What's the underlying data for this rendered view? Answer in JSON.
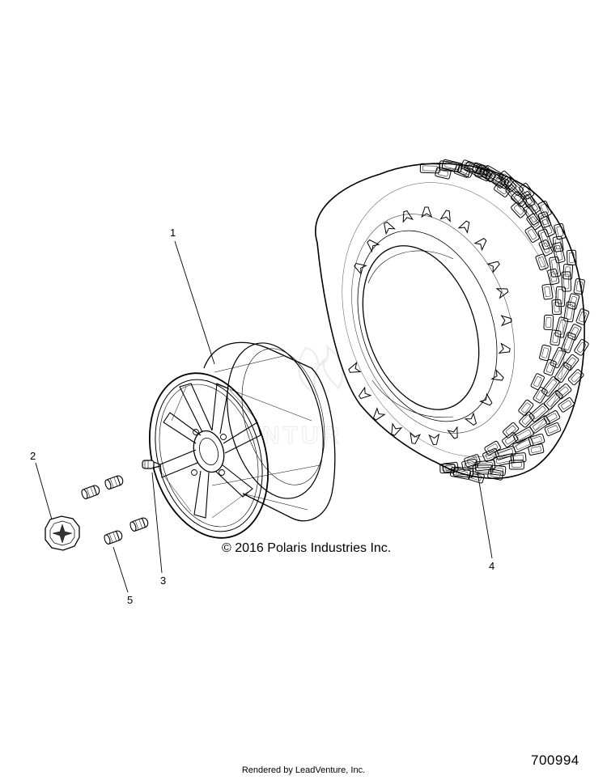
{
  "callouts": {
    "c1": "1",
    "c2": "2",
    "c3": "3",
    "c4": "4",
    "c5": "5"
  },
  "copyright": "© 2016 Polaris Industries Inc.",
  "footer": {
    "rendered_by": "Rendered by LeadVenture, Inc.",
    "diagram_number": "700994"
  },
  "watermark": "LEADVENTURE",
  "colors": {
    "line": "#000000",
    "watermark": "#e6e6e6",
    "background": "#ffffff"
  }
}
